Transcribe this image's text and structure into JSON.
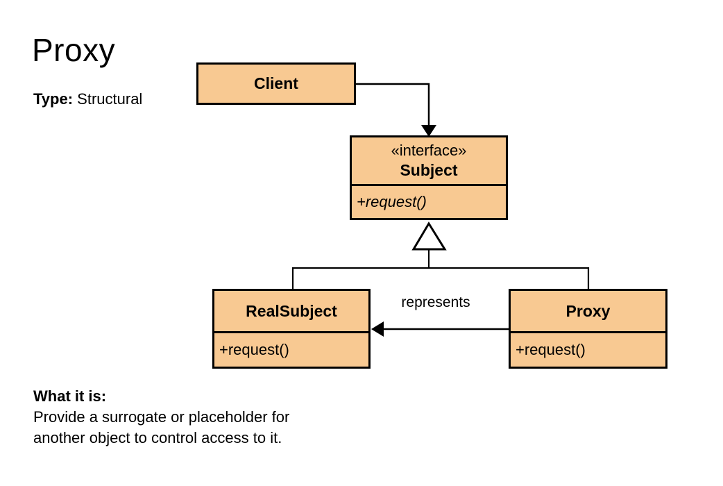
{
  "page": {
    "title": "Proxy",
    "type_label": "Type:",
    "type_value": "Structural",
    "description_heading": "What it is:",
    "description_lines": [
      "Provide a surrogate or placeholder for",
      "another object to control access to it."
    ]
  },
  "diagram": {
    "fill_color": "#F8C992",
    "line_color": "#000000",
    "background_color": "#FFFFFF",
    "classes": {
      "client": {
        "name": "Client"
      },
      "subject": {
        "stereotype": "«interface»",
        "name": "Subject",
        "method": "+request()"
      },
      "realsubject": {
        "name": "RealSubject",
        "method": "+request()"
      },
      "proxy": {
        "name": "Proxy",
        "method": "+request()"
      }
    },
    "relationships": {
      "represents_label": "represents",
      "client_to_subject": "association",
      "realsubject_to_subject": "generalization",
      "proxy_to_subject": "generalization",
      "proxy_to_realsubject": "represents"
    }
  }
}
